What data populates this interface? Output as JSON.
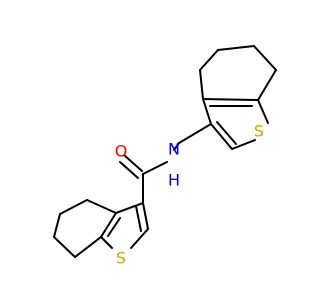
{
  "molecule": {
    "atoms": {
      "O": {
        "label": "O",
        "color": "#ff0000"
      },
      "N": {
        "label": "N",
        "color": "#0000ff"
      },
      "H": {
        "label": "H",
        "color": "#0000ff"
      },
      "S1": {
        "label": "S",
        "color": "#ccaa00"
      },
      "S2": {
        "label": "S",
        "color": "#ccaa00"
      }
    },
    "bond_color": "#000000"
  }
}
